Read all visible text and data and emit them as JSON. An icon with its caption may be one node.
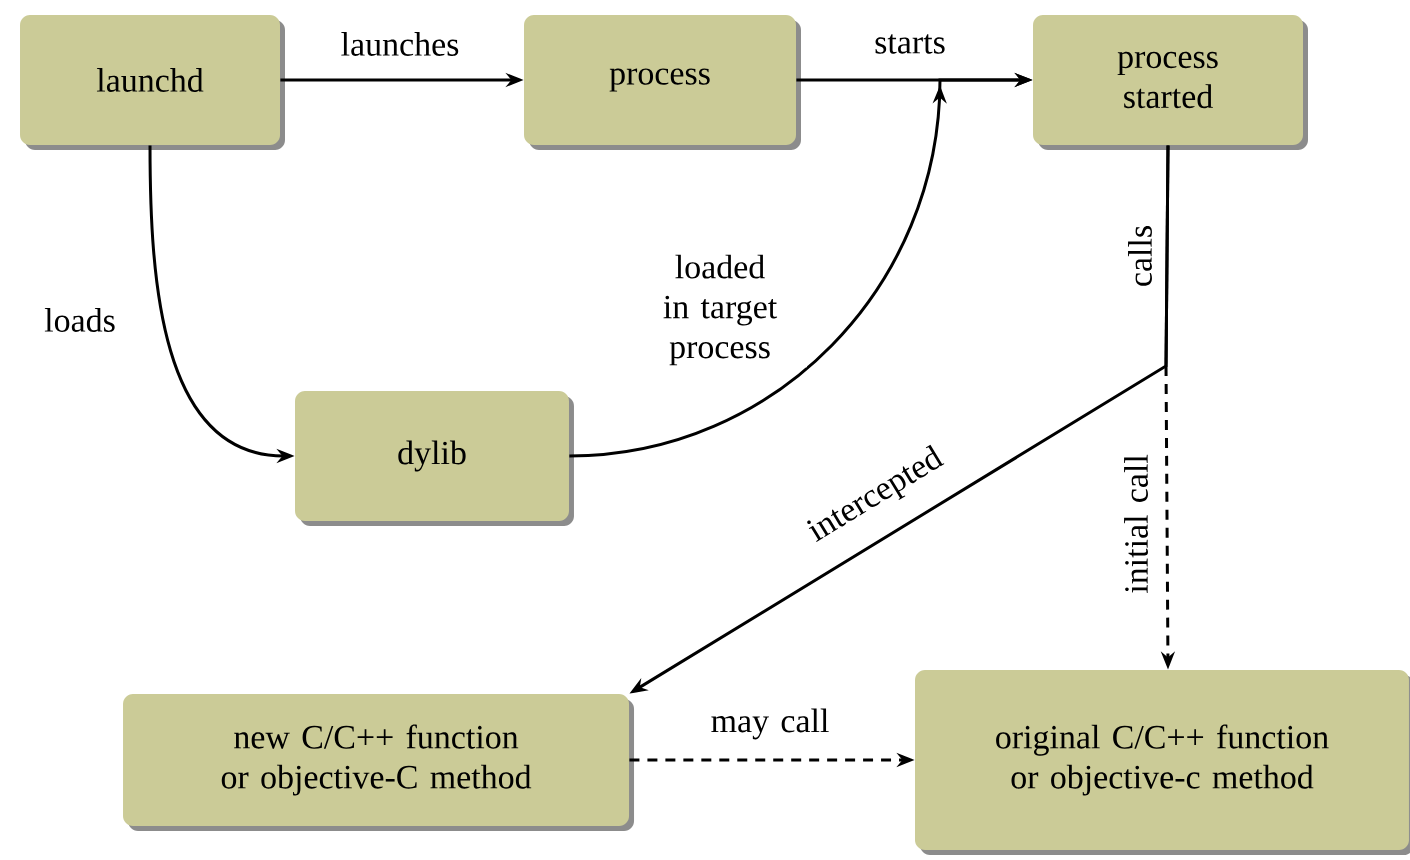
{
  "diagram": {
    "nodes": [
      {
        "text": [
          "launchd"
        ]
      },
      {
        "text": [
          "process"
        ]
      },
      {
        "text": [
          "process started"
        ]
      },
      {
        "text": [
          "dylib"
        ]
      },
      {
        "text": [
          "new C/C++ function or objective-C method"
        ]
      },
      {
        "text": [
          "original C/C++ function or objective-c method"
        ]
      }
    ],
    "edges": [
      {
        "from": 0,
        "to": 1,
        "arrow": "to",
        "label": "launches"
      },
      {
        "from": 1,
        "to": 2,
        "arrow": "to",
        "label": "starts"
      },
      {
        "from": 0,
        "to": 3,
        "arrow": "to",
        "label": "loads"
      },
      {
        "from": 3,
        "to": 2,
        "arrow": "to",
        "label": "loaded in target process"
      },
      {
        "from": 2,
        "to": 4,
        "arrow": "to",
        "label": "intercepted"
      },
      {
        "from": 2,
        "to": 5,
        "arrow": "to",
        "label": "initial call",
        "style": "dashed"
      },
      {
        "from": 4,
        "to": 5,
        "arrow": "to",
        "label": "may call",
        "style": "dashed"
      }
    ],
    "labels": [
      "calls"
    ]
  }
}
